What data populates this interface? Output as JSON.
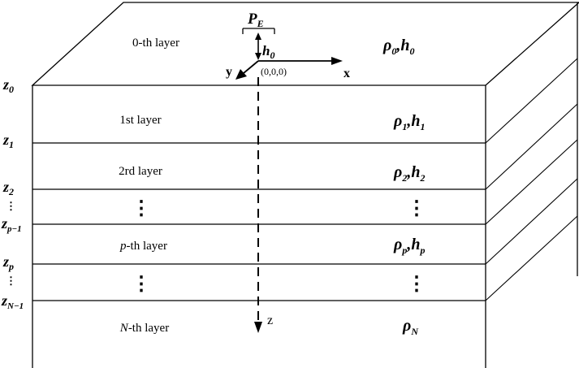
{
  "layers": {
    "layer0": "0-th layer",
    "layer1": "1st layer",
    "layer2": "2rd layer",
    "layerp_italic": "p",
    "layerp_rest": "-th layer",
    "layerN_italic": "N",
    "layerN_rest": "-th layer"
  },
  "params": {
    "rho_h_0": {
      "rho": "ρ",
      "rho_sub": "0",
      "sep": ",",
      "h": "h",
      "h_sub": "0"
    },
    "rho_h_1": {
      "rho": "ρ",
      "rho_sub": "1",
      "sep": ",",
      "h": "h",
      "h_sub": "1"
    },
    "rho_h_2": {
      "rho": "ρ",
      "rho_sub": "2",
      "sep": ",",
      "h": "h",
      "h_sub": "2"
    },
    "rho_h_p": {
      "rho": "ρ",
      "rho_sub": "p",
      "sep": ",",
      "h": "h",
      "h_sub": "p"
    },
    "rho_N": {
      "rho": "ρ",
      "rho_sub": "N"
    }
  },
  "depths": {
    "z0": {
      "main": "z",
      "sub": "0"
    },
    "z1": {
      "main": "z",
      "sub": "1"
    },
    "z2": {
      "main": "z",
      "sub": "2"
    },
    "zp1": {
      "main": "z",
      "sub": "p−1"
    },
    "zp": {
      "main": "z",
      "sub": "p"
    },
    "zN1": {
      "main": "z",
      "sub": "N−1"
    },
    "vdots": "⋮"
  },
  "axes": {
    "x": "x",
    "y": "y",
    "z": "z",
    "origin": "(0,0,0)"
  },
  "source": {
    "label": "P",
    "label_sub": "E",
    "height": "h",
    "height_sub": "0"
  },
  "dots": "⋮"
}
